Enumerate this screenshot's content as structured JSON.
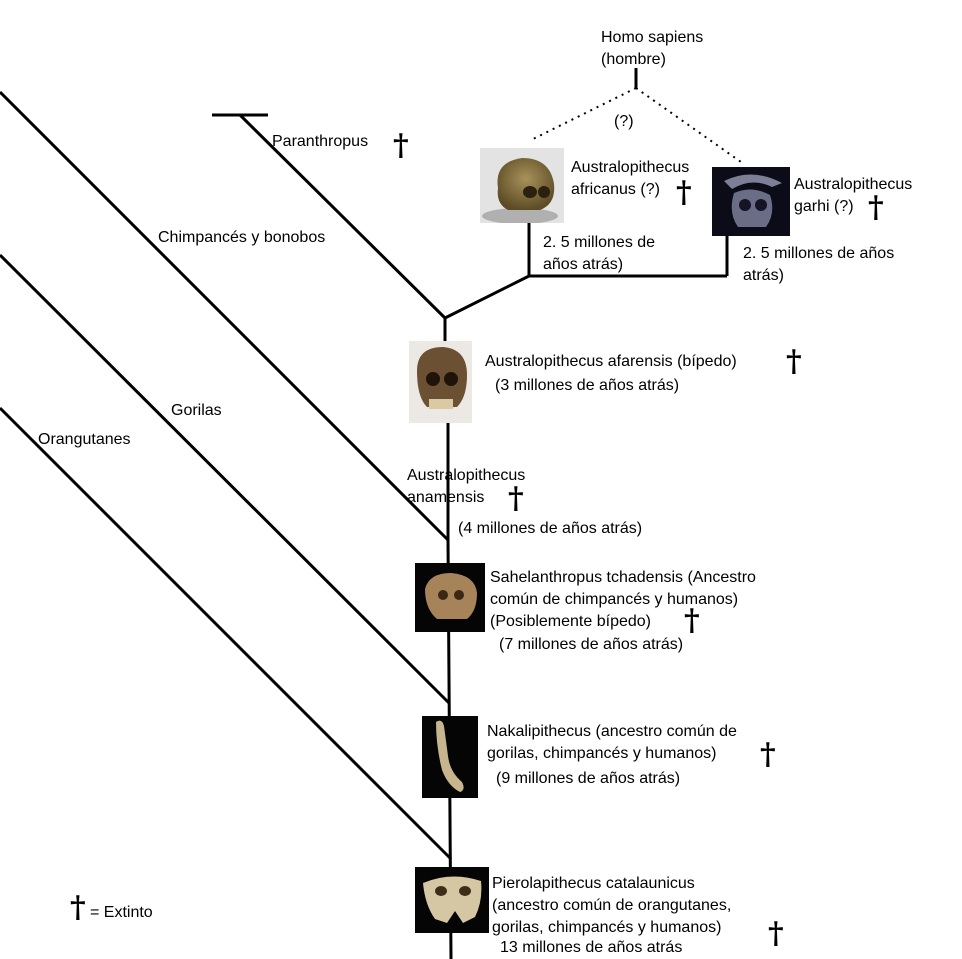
{
  "top_species": {
    "name": "Homo sapiens",
    "common": "(hombre)",
    "uncertain": "(?)"
  },
  "branches": {
    "paranthropus": "Paranthropus",
    "chimps": "Chimpancés y bonobos",
    "gorillas": "Gorilas",
    "orangutans": "Orangutanes"
  },
  "africanus": {
    "line1": "Australopithecus",
    "line2": "africanus (?)",
    "age_line1": "2. 5 millones de",
    "age_line2": "años atrás)"
  },
  "garhi": {
    "line1": "Australopithecus",
    "line2": "garhi (?)",
    "age_line1": "2. 5 millones de años",
    "age_line2": "atrás)"
  },
  "afarensis": {
    "line1": "Australopithecus afarensis (bípedo)",
    "line2": "(3 millones de años atrás)"
  },
  "anamensis": {
    "line1": "Australopithecus",
    "line2": "anamensis",
    "line3": "(4 millones de años atrás)"
  },
  "sahelanthropus": {
    "line1": "Sahelanthropus tchadensis (Ancestro",
    "line2": "común de chimpancés y humanos)",
    "line3": "(Posiblemente bípedo)",
    "line4": "(7 millones de años atrás)"
  },
  "nakalipithecus": {
    "line1": "Nakalipithecus (ancestro común de",
    "line2": "gorilas, chimpancés y humanos)",
    "line3": "(9 millones de años atrás)"
  },
  "pierolapithecus": {
    "line1": "Pierolapithecus catalaunicus",
    "line2": "(ancestro común de orangutanes,",
    "line3": "gorilas, chimpancés y humanos)",
    "line4": "13 millones de años atrás"
  },
  "legend": {
    "symbol": "†",
    "label": "= Extinto"
  },
  "dagger": "†"
}
